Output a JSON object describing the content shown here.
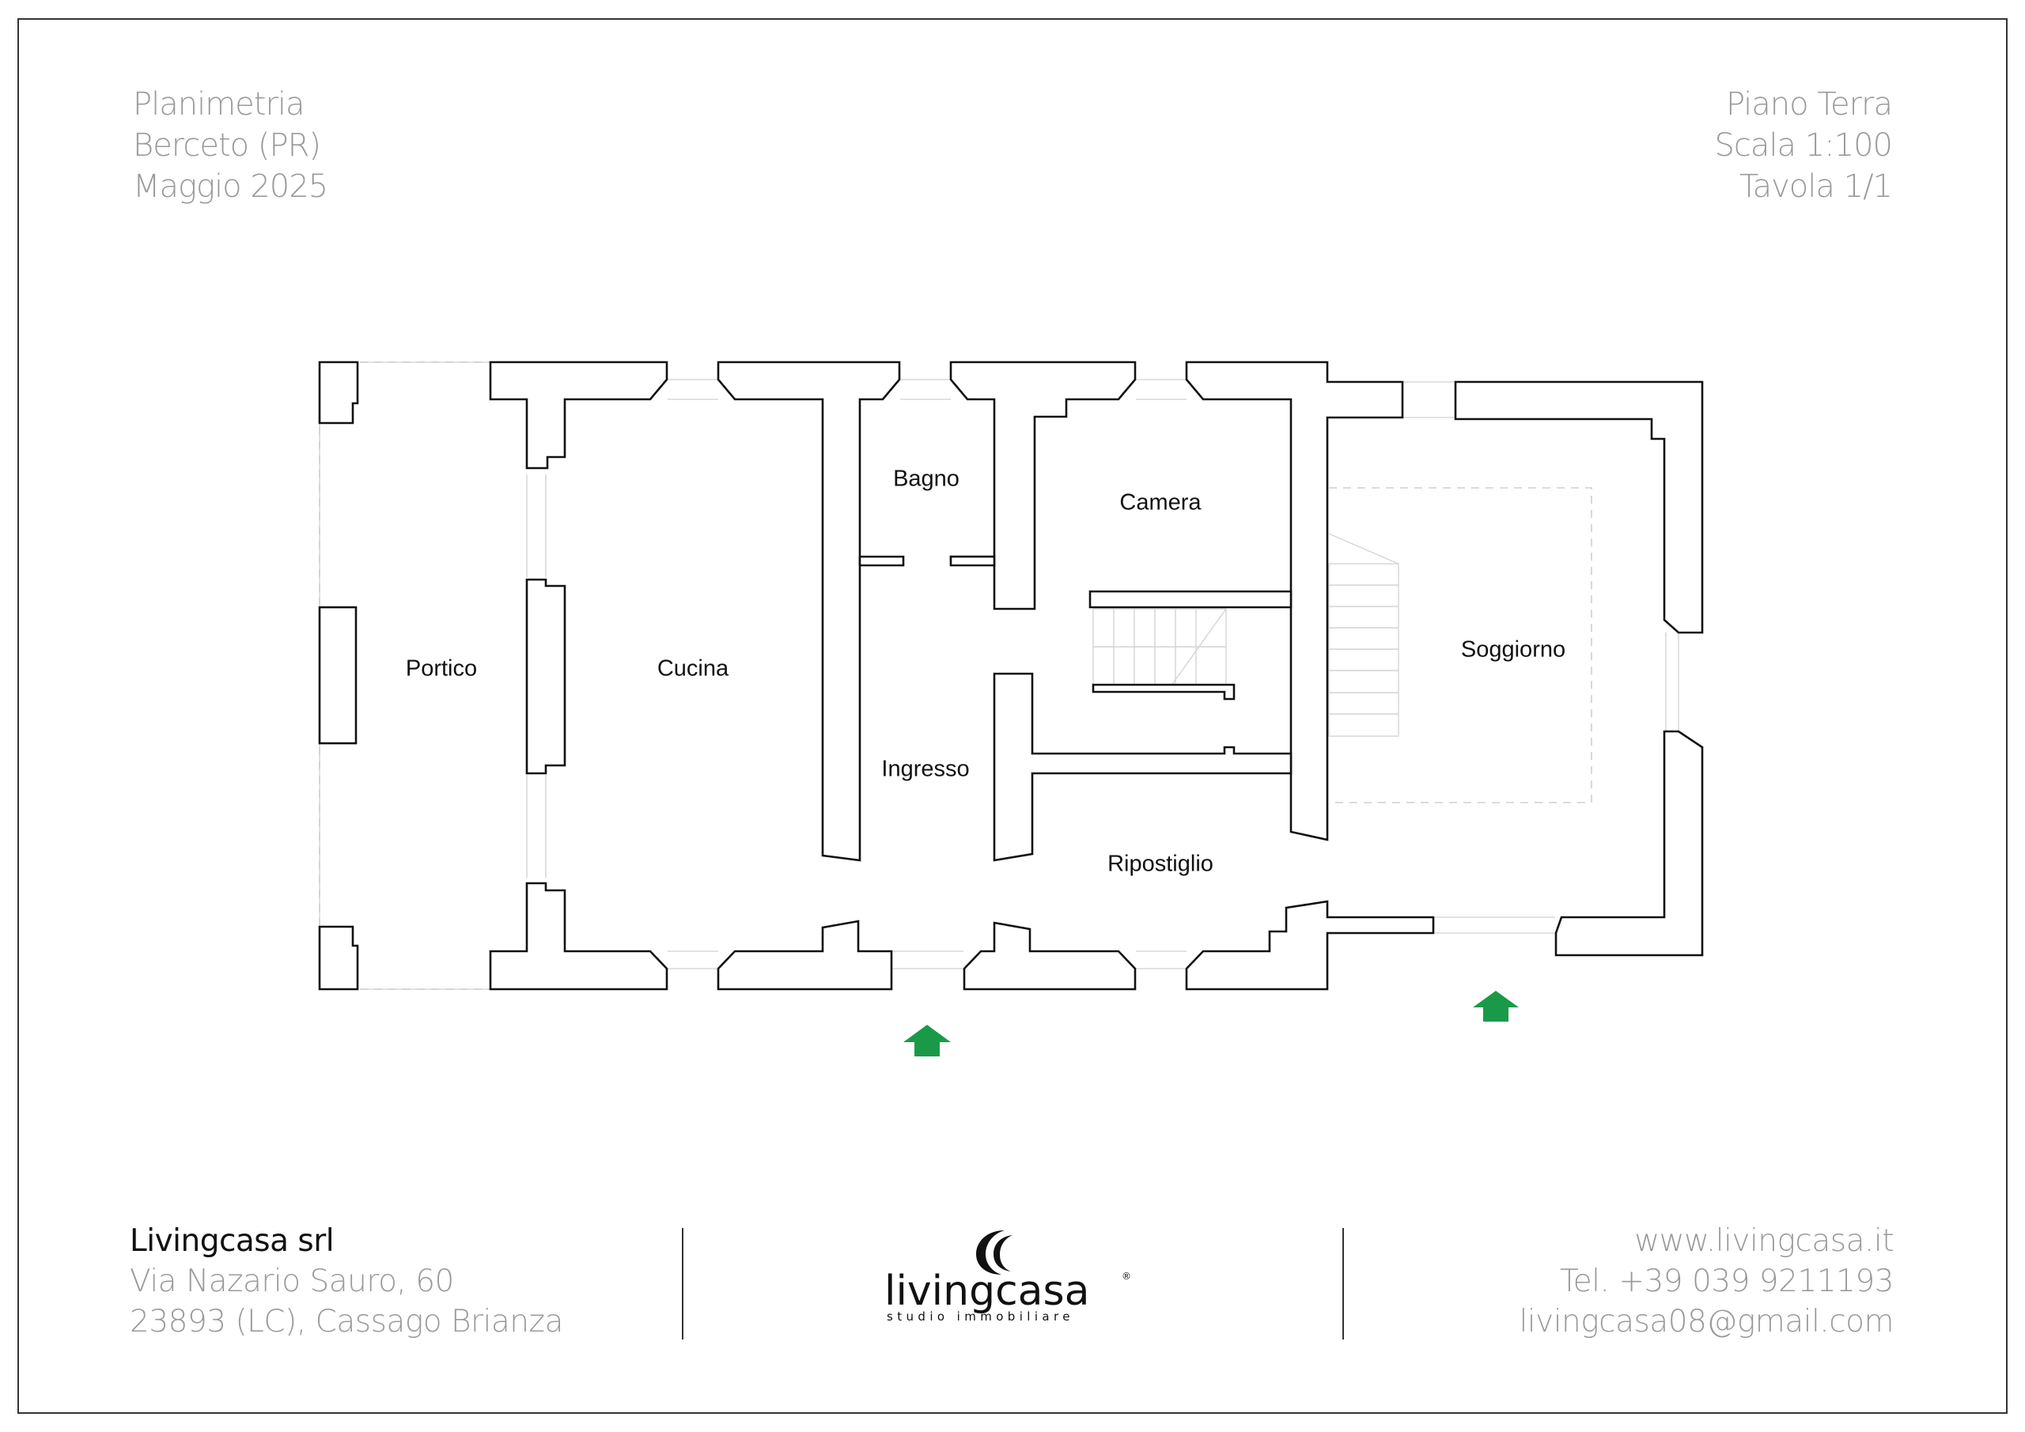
{
  "header": {
    "left": [
      "Planimetria",
      "Berceto (PR)",
      "Maggio 2025"
    ],
    "right": [
      "Piano Terra",
      "Scala 1:100",
      "Tavola 1/1"
    ]
  },
  "rooms": {
    "portico": "Portico",
    "cucina": "Cucina",
    "bagno": "Bagno",
    "ingresso": "Ingresso",
    "camera": "Camera",
    "ripostiglio": "Ripostiglio",
    "soggiorno": "Soggiorno"
  },
  "footer": {
    "company": "Livingcasa srl",
    "address_line1": "Via Nazario Sauro, 60",
    "address_line2": "23893 (LC), Cassago Brianza",
    "website": "www.livingcasa.it",
    "phone": "Tel. +39 039 9211193",
    "email": "livingcasa08@gmail.com"
  },
  "logo": {
    "wordmark": "livingcasa",
    "tagline": "studio immobiliare",
    "registered": "®"
  },
  "colors": {
    "wall": "#111111",
    "entrance_arrow": "#1a9a48",
    "muted_text": "#9a9a9a",
    "frame": "#333333"
  },
  "icons": [
    "entrance-arrow-icon",
    "logo-crescent-icon"
  ]
}
